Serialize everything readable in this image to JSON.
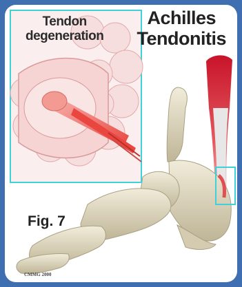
{
  "title": {
    "line1": "Achilles",
    "line2": "Tendonitis"
  },
  "inset": {
    "label_line1": "Tendon",
    "label_line2": "degeneration"
  },
  "figure_label": "Fig. 7",
  "credit": "CMMG 2000",
  "colors": {
    "border": "#3f6fb0",
    "highlight_box": "#3fd0d8",
    "tendon_red": "#e0303a",
    "bone": "#e3dcc4",
    "fiber_pink": "#f4c6c6"
  }
}
